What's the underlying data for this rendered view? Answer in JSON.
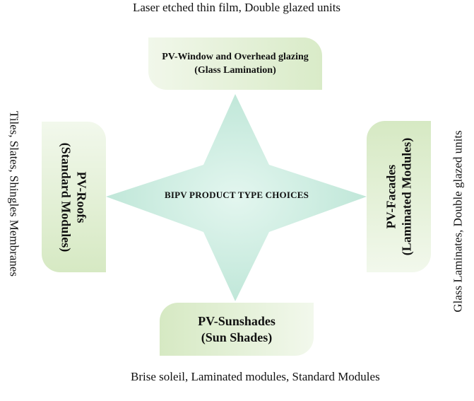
{
  "center": {
    "label": "BIPV PRODUCT TYPE CHOICES"
  },
  "top": {
    "caption": [
      "Laser etched thin film,",
      "Double glazed units"
    ],
    "box": [
      "PV-Window and Overhead glazing",
      "(Glass Lamination)"
    ]
  },
  "bottom": {
    "box": [
      "PV-Sunshades",
      "(Sun Shades)"
    ],
    "caption": [
      "Brise soleil, Laminated",
      "modules, Standard Modules"
    ]
  },
  "left": {
    "box": [
      "PV-Roofs",
      "(Standard Modules)"
    ],
    "caption": [
      "Tiles, Slates, Shingles",
      "Membranes"
    ]
  },
  "right": {
    "box": [
      "PV-Facades",
      "(Laminated Modules)"
    ],
    "caption": [
      "Glass Laminates, Double",
      "glazed units"
    ]
  },
  "colors": {
    "star_fill": "#cfeee4",
    "box_green": "#d6e9c3",
    "box_light": "#f2f8ec"
  }
}
